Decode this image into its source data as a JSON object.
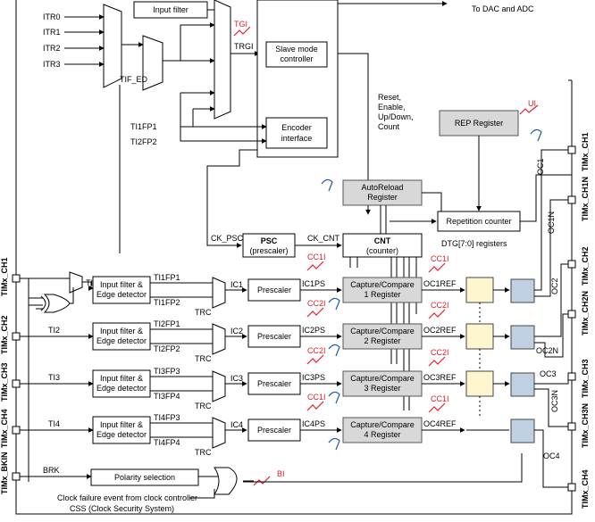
{
  "top": {
    "input_filter": "Input filter",
    "itr": [
      "ITR0",
      "ITR1",
      "ITR2",
      "ITR3"
    ],
    "tif_ed": "TIF_ED",
    "tgi": "TGI",
    "trgi": "TRGI",
    "trigo_to_dac": "To DAC and ADC",
    "slave_mode_l1": "Slave mode",
    "slave_mode_l2": "controller",
    "reset_labels": [
      "Reset,",
      "Enable,",
      "Up/Down,",
      "Count"
    ],
    "ti1fp1": "TI1FP1",
    "ti2fp2": "TI2FP2",
    "encoder_l1": "Encoder",
    "encoder_l2": "interface"
  },
  "rep": {
    "label": "REP Register",
    "ui": "UI"
  },
  "counter": {
    "autoreload_l1": "AutoReload",
    "autoreload_l2": "Register",
    "repetition": "Repetition counter",
    "ck_psc": "CK_PSC",
    "psc": "PSC",
    "prescaler_paren": "(prescaler)",
    "ck_cnt": "CK_CNT",
    "cnt": "CNT",
    "counter_paren": "(counter)",
    "dtg": "DTG[7:0] registers"
  },
  "channels": [
    {
      "ti": "TI1",
      "filter_l1": "Input filter &",
      "filter_l2": "Edge detector",
      "fp_a": "TI1FP1",
      "fp_b": "TI1FP2",
      "ic": "IC1",
      "prescaler": "Prescaler",
      "icps": "IC1PS",
      "cc_l1": "Capture/Compare",
      "cc_l2": "1 Register",
      "ccint": "CC1I",
      "ocref": "OC1REF"
    },
    {
      "ti": "TI2",
      "filter_l1": "Input filter &",
      "filter_l2": "Edge detector",
      "fp_a": "TI2FP1",
      "fp_b": "TI2FP2",
      "ic": "IC2",
      "prescaler": "Prescaler",
      "icps": "IC2PS",
      "cc_l1": "Capture/Compare",
      "cc_l2": "2 Register",
      "ccint": "CC2I",
      "ocref": "OC2REF"
    },
    {
      "ti": "TI3",
      "filter_l1": "Input filter &",
      "filter_l2": "Edge detector",
      "fp_a": "TI3FP3",
      "fp_b": "TI3FP4",
      "ic": "IC3",
      "prescaler": "Prescaler",
      "icps": "IC3PS",
      "cc_l1": "Capture/Compare",
      "cc_l2": "3 Register",
      "ccint": "CC2I",
      "ocref": "OC3REF"
    },
    {
      "ti": "TI4",
      "filter_l1": "Input filter &",
      "filter_l2": "Edge detector",
      "fp_a": "TI4FP3",
      "fp_b": "TI4FP4",
      "ic": "IC4",
      "prescaler": "Prescaler",
      "icps": "IC4PS",
      "cc_l1": "Capture/Compare",
      "cc_l2": "4 Register",
      "ccint": "CC1I",
      "ocref": "OC4REF"
    }
  ],
  "trc": "TRC",
  "outputs": {
    "oc1": "OC1",
    "oc1n": "OC1N",
    "oc2": "OC2",
    "oc2n": "OC2N",
    "oc3": "OC3",
    "oc3n": "OC3N",
    "oc4": "OC4"
  },
  "pins_right": [
    "TIMx_CH1",
    "TIMx_CH1N",
    "TIMx_CH2",
    "TIMx_CH2N",
    "TIMx_CH3",
    "TIMx_CH3N",
    "TIMx_CH4"
  ],
  "pins_left": [
    "TIMx_CH1",
    "TIMx_CH2",
    "TIMx_CH3",
    "TIMx_CH4",
    "TIMx_BKIN"
  ],
  "brk": {
    "brk": "BRK",
    "polarity": "Polarity selection",
    "bi": "BI",
    "clock_failure": "Clock failure event from clock controller",
    "css": "CSS (Clock Security System)"
  },
  "colors": {
    "interrupt": "#e0202e",
    "dma": "#1f5aa8",
    "register_fill": "#d8d8d8",
    "deadtime_fill": "#fdf6cf",
    "output_fill": "#c0d0e3"
  }
}
